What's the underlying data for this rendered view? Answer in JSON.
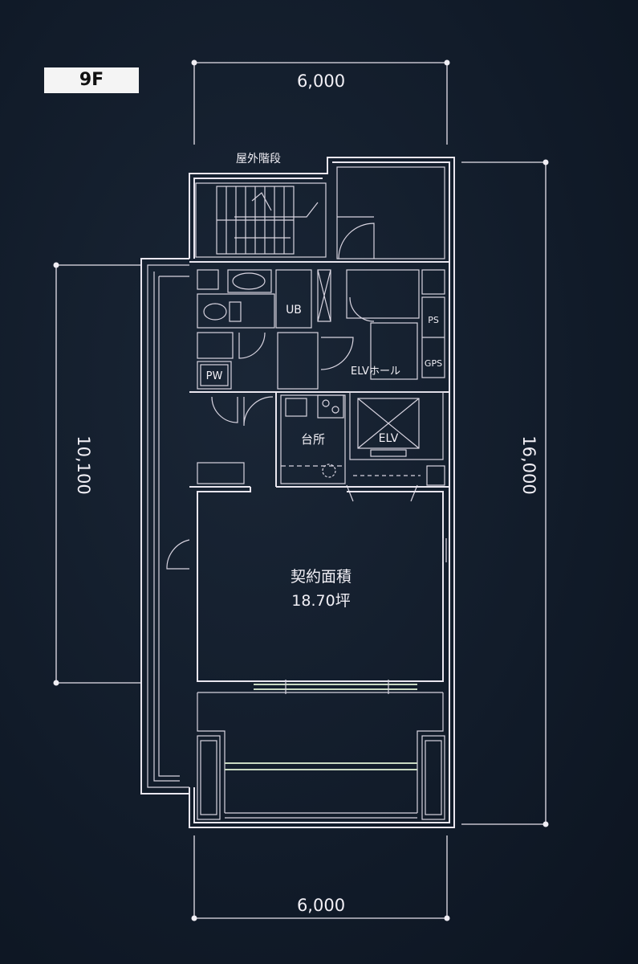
{
  "floor_label": "9F",
  "dimensions": {
    "top_width": "6,000",
    "bottom_width": "6,000",
    "left_depth": "10,100",
    "right_depth": "16,000"
  },
  "rooms": {
    "outdoor_stairs": "屋外階段",
    "unit_bath": "UB",
    "pipe_space": "PS",
    "gas_pipe_space": "GPS",
    "powder_washroom": "PW",
    "elevator_hall": "ELVホール",
    "kitchen": "台所",
    "elevator": "ELV",
    "contract_area_label": "契約面積",
    "contract_area_value": "18.70坪"
  }
}
